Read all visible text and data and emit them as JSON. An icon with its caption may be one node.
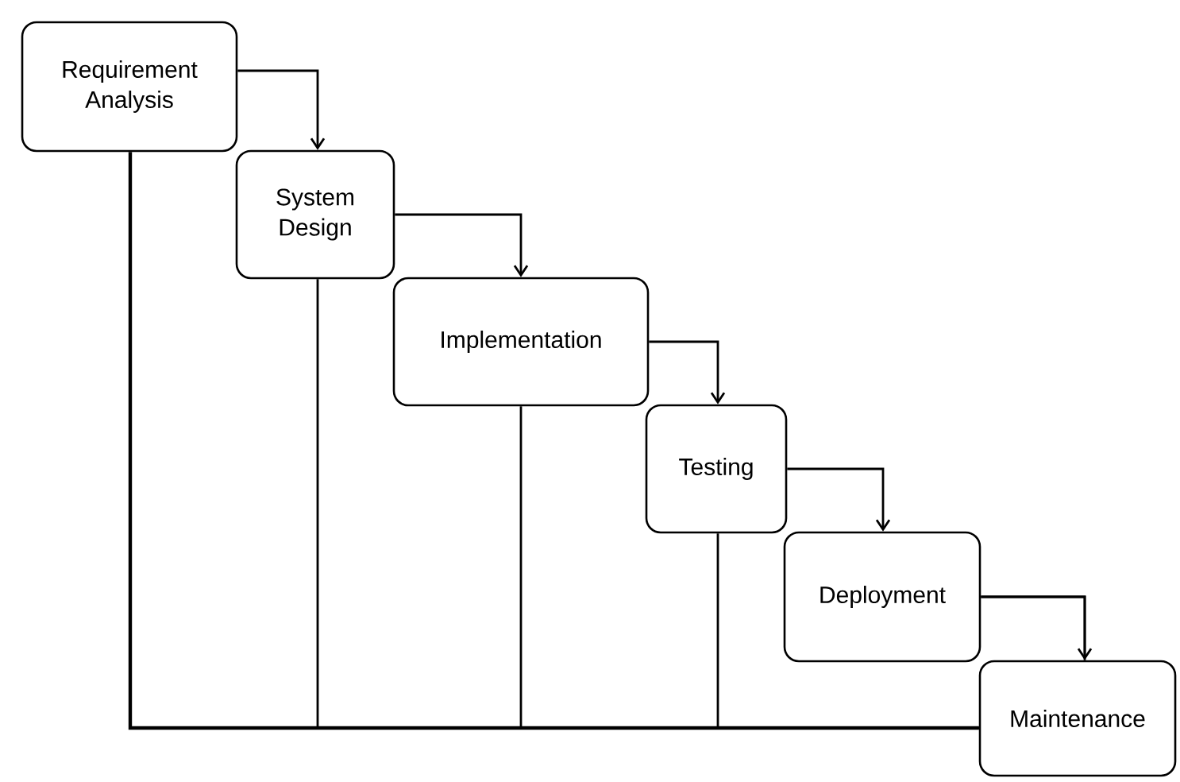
{
  "diagram": {
    "nodes": [
      {
        "text": [
          "Requirement Analysis"
        ]
      },
      {
        "text": [
          "System Design"
        ]
      },
      {
        "text": [
          "Implementation"
        ]
      },
      {
        "text": [
          "Testing"
        ]
      },
      {
        "text": [
          "Deployment"
        ]
      },
      {
        "text": [
          "Maintenance"
        ]
      }
    ],
    "edges": [
      {
        "from": 0,
        "to": 1,
        "arrow": "to"
      },
      {
        "from": 1,
        "to": 2,
        "arrow": "to"
      },
      {
        "from": 2,
        "to": 3,
        "arrow": "to"
      },
      {
        "from": 3,
        "to": 4,
        "arrow": "to"
      },
      {
        "from": 4,
        "to": 5,
        "arrow": "to"
      },
      {
        "from": 0,
        "to": 5,
        "arrow": "none"
      },
      {
        "from": 1,
        "to": 5,
        "arrow": "none"
      },
      {
        "from": 2,
        "to": 5,
        "arrow": "none"
      },
      {
        "from": 3,
        "to": 5,
        "arrow": "none"
      },
      {
        "from": 4,
        "to": 5,
        "arrow": "none"
      }
    ]
  }
}
